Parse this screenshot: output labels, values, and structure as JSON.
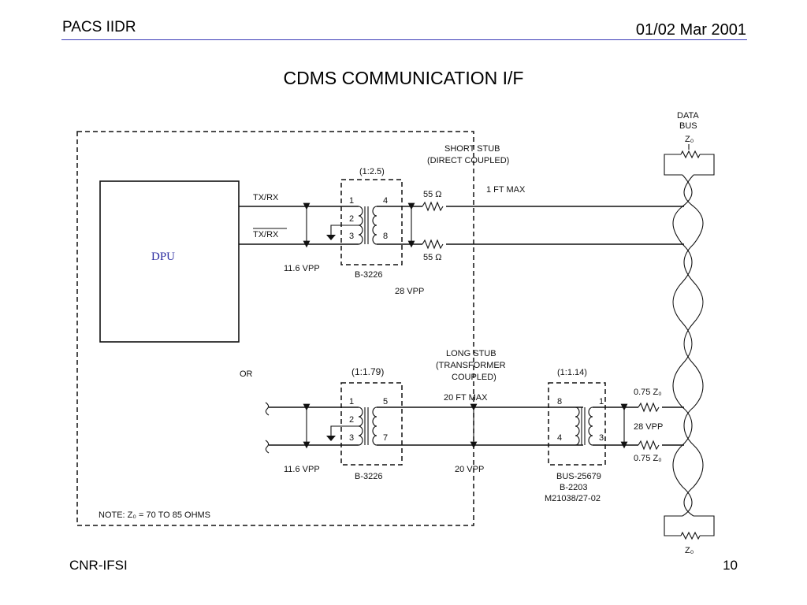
{
  "header": {
    "left": "PACS IIDR",
    "right": "01/02 Mar 2001"
  },
  "title": "CDMS COMMUNICATION I/F",
  "footer": {
    "left": "CNR-IFSI",
    "page": "10"
  },
  "diagram": {
    "dpu": "DPU",
    "data_bus": [
      "DATA",
      "BUS",
      "Z₀"
    ],
    "z0_bottom": "Z₀",
    "short_stub": {
      "title1": "SHORT STUB",
      "title2": "(DIRECT COUPLED)",
      "ratio": "(1:2.5)",
      "txrx": "TX/RX",
      "txrx_bar": "TX/RX",
      "res_top": "55 Ω",
      "res_bottom": "55 Ω",
      "max": "1 FT MAX",
      "vpp_left": "11.6 VPP",
      "part": "B-3226",
      "vpp_right": "28 VPP",
      "pins": [
        "1",
        "2",
        "3",
        "4",
        "8"
      ]
    },
    "or_label": "OR",
    "long_stub": {
      "title1": "LONG STUB",
      "title2": "(TRANSFORMER",
      "title3": "COUPLED)",
      "ratio_left": "(1:1.79)",
      "ratio_right": "(1:1.14)",
      "max": "20 FT MAX",
      "vpp_left": "11.6 VPP",
      "part_left": "B-3226",
      "vpp_mid": "20 VPP",
      "part_right": [
        "BUS-25679",
        "B-2203",
        "M21038/27-02"
      ],
      "res_top": "0.75 Z₀",
      "res_bottom": "0.75 Z₀",
      "vpp_right": "28 VPP",
      "pins_left": [
        "1",
        "2",
        "3",
        "5",
        "7"
      ],
      "pins_right": [
        "8",
        "4",
        "1",
        "3"
      ]
    },
    "note": "NOTE: Z₀ = 70 TO 85 OHMS"
  }
}
